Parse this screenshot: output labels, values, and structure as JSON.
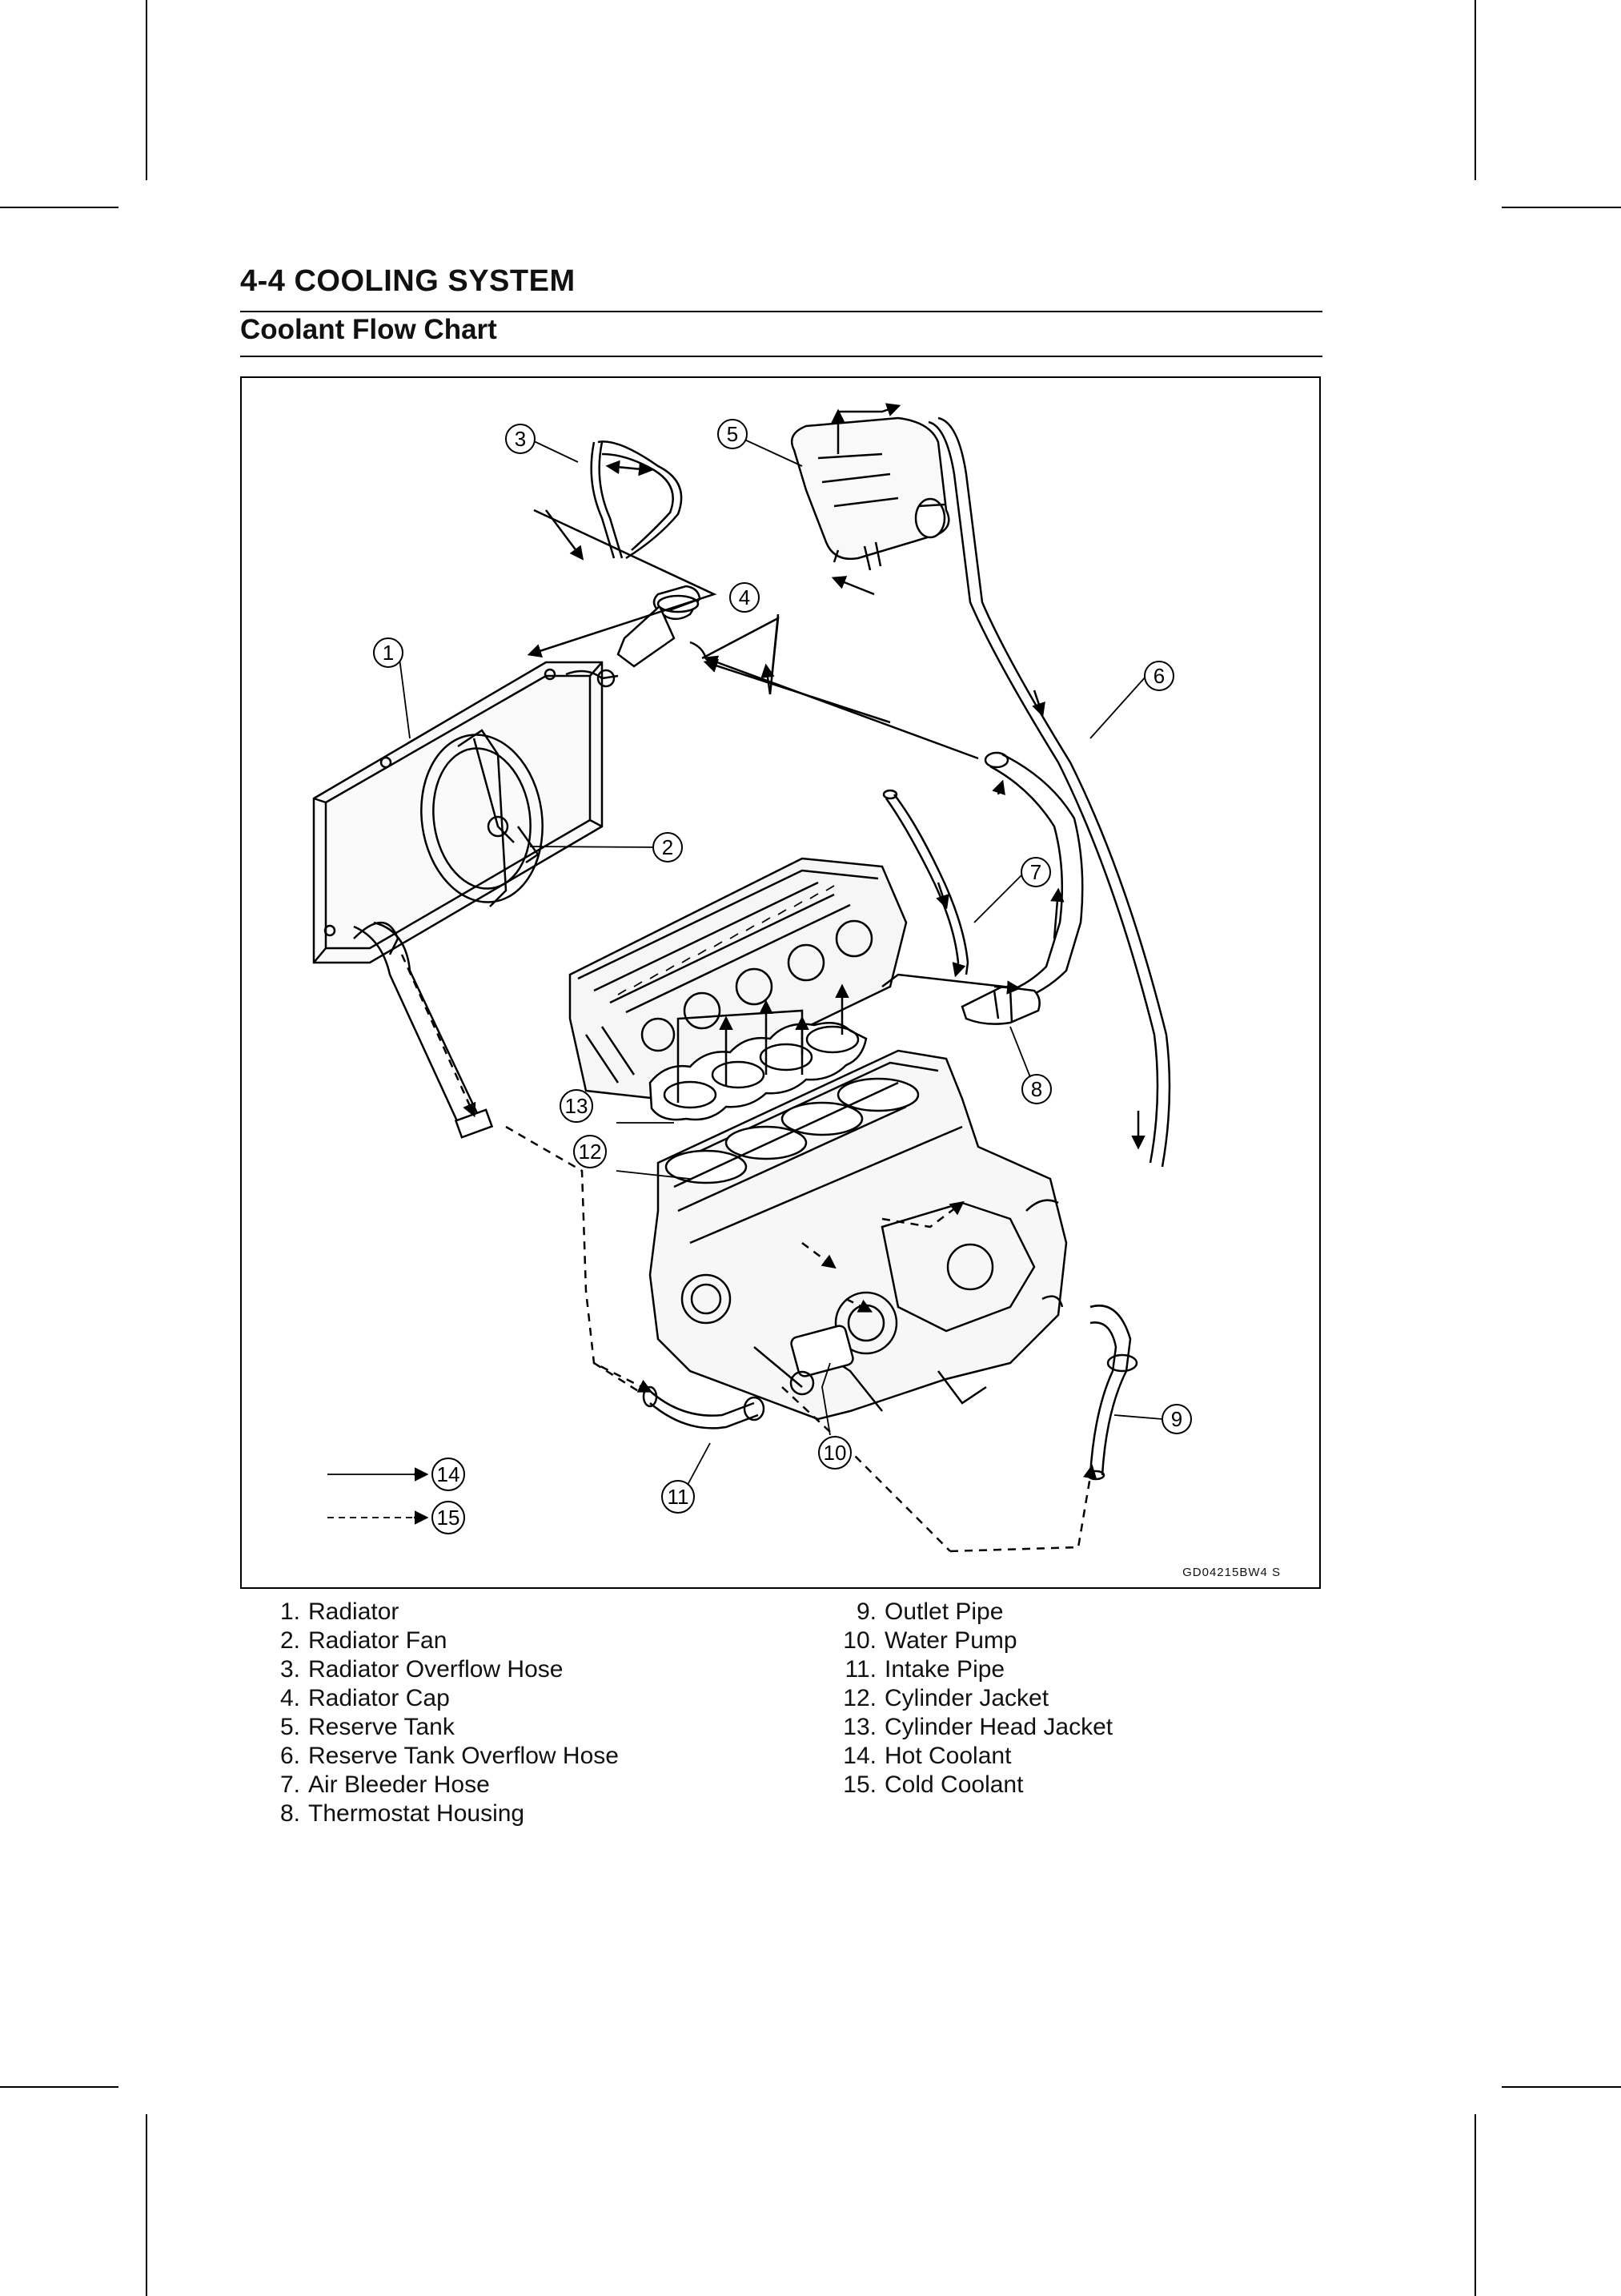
{
  "header": {
    "section": "4-4 COOLING SYSTEM",
    "title": "Coolant Flow Chart"
  },
  "figure": {
    "code": "GD04215BW4  S",
    "callouts": [
      "1",
      "2",
      "3",
      "4",
      "5",
      "6",
      "7",
      "8",
      "9",
      "10",
      "11",
      "12",
      "13",
      "14",
      "15"
    ]
  },
  "legend": {
    "left": [
      {
        "num": "1.",
        "label": "Radiator"
      },
      {
        "num": "2.",
        "label": "Radiator Fan"
      },
      {
        "num": "3.",
        "label": "Radiator Overflow Hose"
      },
      {
        "num": "4.",
        "label": "Radiator Cap"
      },
      {
        "num": "5.",
        "label": "Reserve Tank"
      },
      {
        "num": "6.",
        "label": "Reserve Tank Overflow Hose"
      },
      {
        "num": "7.",
        "label": "Air Bleeder Hose"
      },
      {
        "num": "8.",
        "label": "Thermostat Housing"
      }
    ],
    "right": [
      {
        "num": "9.",
        "label": "Outlet Pipe"
      },
      {
        "num": "10.",
        "label": "Water Pump"
      },
      {
        "num": "11.",
        "label": "Intake Pipe"
      },
      {
        "num": "12.",
        "label": "Cylinder Jacket"
      },
      {
        "num": "13.",
        "label": "Cylinder Head Jacket"
      },
      {
        "num": "14.",
        "label": "Hot Coolant"
      },
      {
        "num": "15.",
        "label": "Cold Coolant"
      }
    ]
  }
}
